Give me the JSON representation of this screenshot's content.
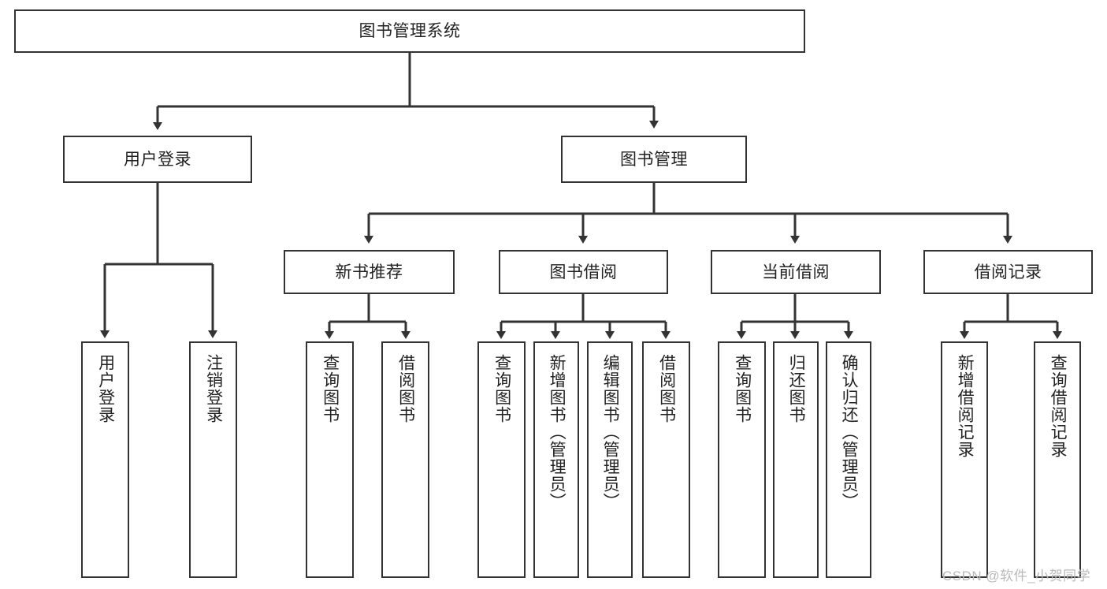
{
  "diagram": {
    "title": "图书管理系统",
    "type": "tree-hierarchy",
    "watermark": "CSDN @软件_小贺同学",
    "nodes": {
      "root": {
        "label": "图书管理系统",
        "orientation": "horizontal"
      },
      "level1": [
        {
          "id": "user-login",
          "label": "用户登录",
          "orientation": "horizontal"
        },
        {
          "id": "book-management",
          "label": "图书管理",
          "orientation": "horizontal"
        }
      ],
      "level2": [
        {
          "id": "new-book-recommend",
          "label": "新书推荐",
          "orientation": "horizontal"
        },
        {
          "id": "book-borrow",
          "label": "图书借阅",
          "orientation": "horizontal"
        },
        {
          "id": "current-borrow",
          "label": "当前借阅",
          "orientation": "horizontal"
        },
        {
          "id": "borrow-record",
          "label": "借阅记录",
          "orientation": "horizontal"
        }
      ],
      "leaves": [
        {
          "id": "leaf-user-login",
          "label": "用户登录",
          "parent": "user-login",
          "orientation": "vertical"
        },
        {
          "id": "leaf-user-logout",
          "label": "注销登录",
          "parent": "user-login",
          "orientation": "vertical"
        },
        {
          "id": "leaf-query-book-1",
          "label": "查询图书",
          "parent": "new-book-recommend",
          "orientation": "vertical"
        },
        {
          "id": "leaf-borrow-book-1",
          "label": "借阅图书",
          "parent": "new-book-recommend",
          "orientation": "vertical"
        },
        {
          "id": "leaf-query-book-2",
          "label": "查询图书",
          "parent": "book-borrow",
          "orientation": "vertical"
        },
        {
          "id": "leaf-add-book",
          "label": "新增图书（管理员）",
          "parent": "book-borrow",
          "orientation": "vertical"
        },
        {
          "id": "leaf-edit-book",
          "label": "编辑图书（管理员）",
          "parent": "book-borrow",
          "orientation": "vertical"
        },
        {
          "id": "leaf-borrow-book-2",
          "label": "借阅图书",
          "parent": "book-borrow",
          "orientation": "vertical"
        },
        {
          "id": "leaf-query-book-3",
          "label": "查询图书",
          "parent": "current-borrow",
          "orientation": "vertical"
        },
        {
          "id": "leaf-return-book",
          "label": "归还图书",
          "parent": "current-borrow",
          "orientation": "vertical"
        },
        {
          "id": "leaf-confirm-return",
          "label": "确认归还（管理员）",
          "parent": "current-borrow",
          "orientation": "vertical"
        },
        {
          "id": "leaf-add-record",
          "label": "新增借阅记录",
          "parent": "borrow-record",
          "orientation": "vertical"
        },
        {
          "id": "leaf-query-record",
          "label": "查询借阅记录",
          "parent": "borrow-record",
          "orientation": "vertical"
        }
      ]
    },
    "colors": {
      "stroke": "#333333",
      "fill": "#ffffff",
      "text": "#222222",
      "watermark": "#b9b9b9"
    }
  }
}
